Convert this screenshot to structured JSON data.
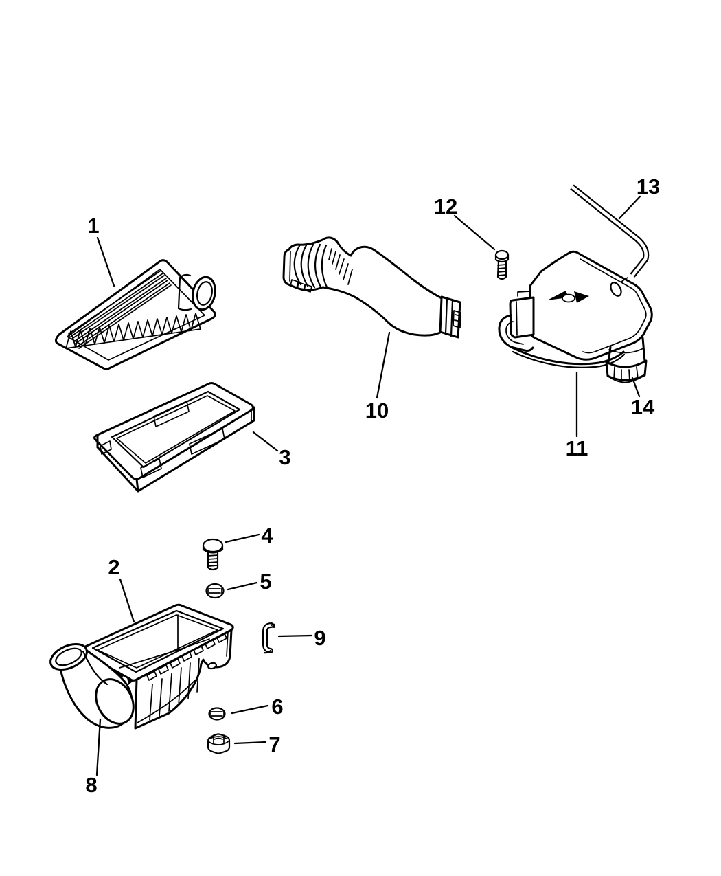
{
  "figure": {
    "kind": "exploded-parts-line-drawing",
    "background_color": "#ffffff",
    "line_color": "#000000",
    "callout_labels": [
      "1",
      "2",
      "3",
      "4",
      "5",
      "6",
      "7",
      "8",
      "9",
      "10",
      "11",
      "12",
      "13",
      "14"
    ]
  }
}
